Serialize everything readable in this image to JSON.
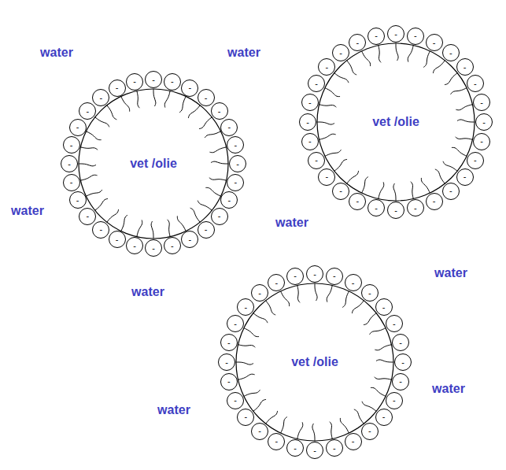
{
  "diagram": {
    "nodes": [
      {
        "text": [
          "vet /olie"
        ]
      },
      {
        "text": [
          "-"
        ]
      },
      {
        "text": [
          "-"
        ]
      },
      {
        "text": [
          "-"
        ]
      },
      {
        "text": [
          "-"
        ]
      },
      {
        "text": [
          "-"
        ]
      },
      {
        "text": [
          "-"
        ]
      },
      {
        "text": [
          "-"
        ]
      },
      {
        "text": [
          "-"
        ]
      },
      {
        "text": [
          "-"
        ]
      },
      {
        "text": [
          "-"
        ]
      },
      {
        "text": [
          "-"
        ]
      },
      {
        "text": [
          "-"
        ]
      },
      {
        "text": [
          "-"
        ]
      },
      {
        "text": [
          "-"
        ]
      },
      {
        "text": [
          "-"
        ]
      },
      {
        "text": [
          "-"
        ]
      },
      {
        "text": [
          "-"
        ]
      },
      {
        "text": [
          "-"
        ]
      },
      {
        "text": [
          "-"
        ]
      },
      {
        "text": [
          "-"
        ]
      },
      {
        "text": [
          "-"
        ]
      },
      {
        "text": [
          "-"
        ]
      },
      {
        "text": [
          "-"
        ]
      },
      {
        "text": [
          "-"
        ]
      },
      {
        "text": [
          "-"
        ]
      },
      {
        "text": [
          "-"
        ]
      },
      {
        "text": [
          "-"
        ]
      },
      {
        "text": [
          "-"
        ]
      },
      {
        "text": [
          "vet /olie"
        ]
      },
      {
        "text": [
          "-"
        ]
      },
      {
        "text": [
          "-"
        ]
      },
      {
        "text": [
          "-"
        ]
      },
      {
        "text": [
          "-"
        ]
      },
      {
        "text": [
          "-"
        ]
      },
      {
        "text": [
          "-"
        ]
      },
      {
        "text": [
          "-"
        ]
      },
      {
        "text": [
          "-"
        ]
      },
      {
        "text": [
          "-"
        ]
      },
      {
        "text": [
          "-"
        ]
      },
      {
        "text": [
          "-"
        ]
      },
      {
        "text": [
          "-"
        ]
      },
      {
        "text": [
          "-"
        ]
      },
      {
        "text": [
          "-"
        ]
      },
      {
        "text": [
          "-"
        ]
      },
      {
        "text": [
          "-"
        ]
      },
      {
        "text": [
          "-"
        ]
      },
      {
        "text": [
          "-"
        ]
      },
      {
        "text": [
          "-"
        ]
      },
      {
        "text": [
          "-"
        ]
      },
      {
        "text": [
          "-"
        ]
      },
      {
        "text": [
          "-"
        ]
      },
      {
        "text": [
          "-"
        ]
      },
      {
        "text": [
          "-"
        ]
      },
      {
        "text": [
          "-"
        ]
      },
      {
        "text": [
          "-"
        ]
      },
      {
        "text": [
          "-"
        ]
      },
      {
        "text": [
          "-"
        ]
      },
      {
        "text": [
          "vet /olie"
        ]
      },
      {
        "text": [
          "-"
        ]
      },
      {
        "text": [
          "-"
        ]
      },
      {
        "text": [
          "-"
        ]
      },
      {
        "text": [
          "-"
        ]
      },
      {
        "text": [
          "-"
        ]
      },
      {
        "text": [
          "-"
        ]
      },
      {
        "text": [
          "-"
        ]
      },
      {
        "text": [
          "-"
        ]
      },
      {
        "text": [
          "-"
        ]
      },
      {
        "text": [
          "-"
        ]
      },
      {
        "text": [
          "-"
        ]
      },
      {
        "text": [
          "-"
        ]
      },
      {
        "text": [
          "-"
        ]
      },
      {
        "text": [
          "-"
        ]
      },
      {
        "text": [
          "-"
        ]
      },
      {
        "text": [
          "-"
        ]
      },
      {
        "text": [
          "-"
        ]
      },
      {
        "text": [
          "-"
        ]
      },
      {
        "text": [
          "-"
        ]
      },
      {
        "text": [
          "-"
        ]
      },
      {
        "text": [
          "-"
        ]
      },
      {
        "text": [
          "-"
        ]
      },
      {
        "text": [
          "-"
        ]
      },
      {
        "text": [
          "-"
        ]
      },
      {
        "text": [
          "-"
        ]
      },
      {
        "text": [
          "-"
        ]
      },
      {
        "text": [
          "-"
        ]
      },
      {
        "text": [
          "-"
        ]
      }
    ],
    "labels": [
      "water",
      "water",
      "water",
      "water",
      "water",
      "water",
      "water",
      "water"
    ]
  }
}
